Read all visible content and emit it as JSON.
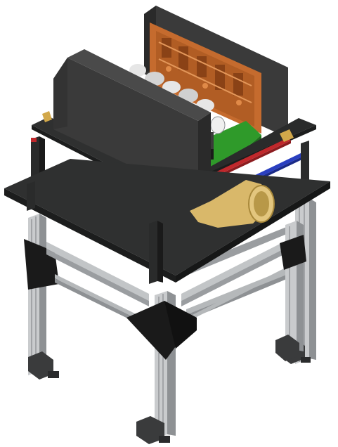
{
  "figure": {
    "kind": "isometric CAD rendering",
    "text_labels": []
  },
  "palette": {
    "background": "#ffffff",
    "table_top": "#2f3030",
    "table_edge": "#1c1d1d",
    "gusset": "#1a1a1a",
    "extrusion_light": "#c9cbcd",
    "extrusion_dark": "#8e9194",
    "foot": "#3a3b3c",
    "enclosure_box": "#3a3a3a",
    "copper_mold": "#c56b2e",
    "copper_dark": "#8a4216",
    "pcb_green": "#2f9a2a",
    "rail_red": "#c0282c",
    "rail_blue": "#2a3fc0",
    "duct_tan": "#d9b86a",
    "roller_white": "#e6e6e6",
    "brass": "#d2a84a"
  },
  "components": [
    "support-frame",
    "aluminum-legs",
    "corner-gussets",
    "leveling-feet",
    "table-top",
    "upper-platform",
    "left-enclosure-box",
    "right-enclosure-box",
    "copper-mold-assembly",
    "roller-assembly",
    "green-circuit-board",
    "red-rail",
    "blue-rail",
    "tan-duct"
  ]
}
